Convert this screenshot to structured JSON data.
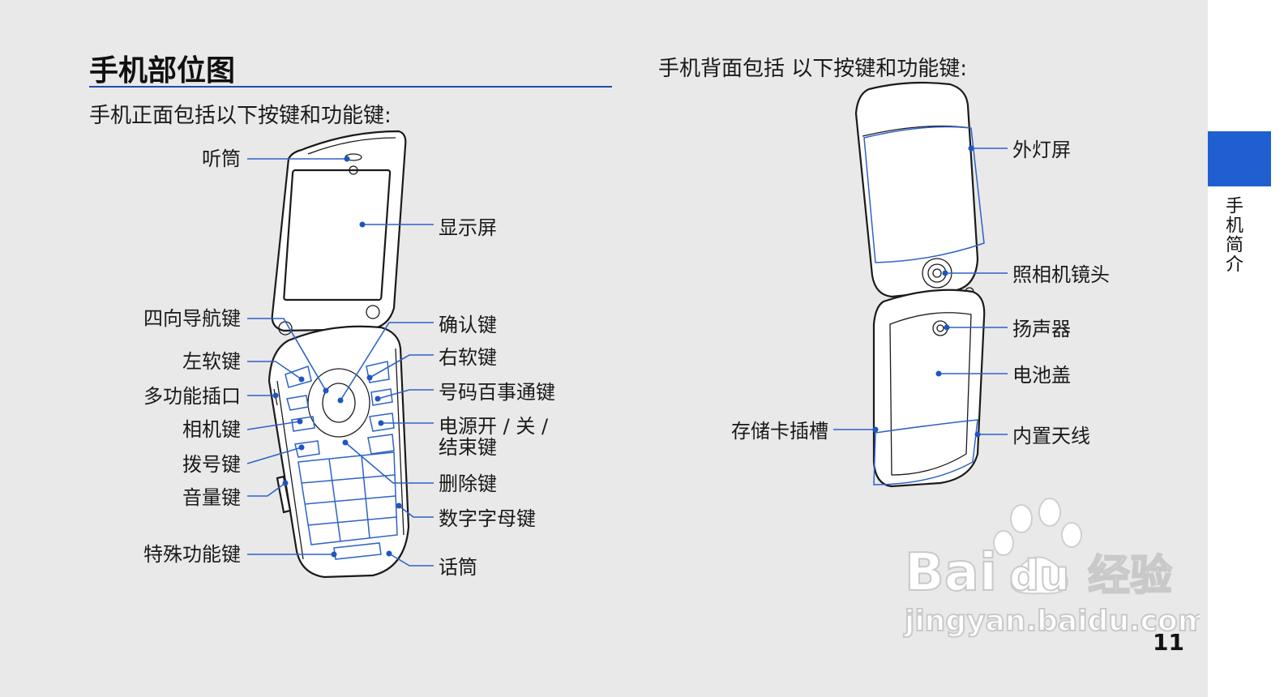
{
  "heading": "手机部位图",
  "front_intro": "手机正面包括以下按键和功能键:",
  "back_intro": "手机背面包括 以下按键和功能键:",
  "side_tab": "手机简介",
  "page_number": "11",
  "front_labels": {
    "earpiece": "听筒",
    "display": "显示屏",
    "nav_key": "四向导航键",
    "confirm_key": "确认键",
    "left_soft": "左软键",
    "right_soft": "右软键",
    "multi_jack": "多功能插口",
    "shortcut_key": "号码百事通键",
    "camera_key": "相机键",
    "power_line1": "电源开 / 关 /",
    "power_line2": "结束键",
    "dial_key": "拨号键",
    "delete_key": "删除键",
    "volume_key": "音量键",
    "alnum_key": "数字字母键",
    "special_key": "特殊功能键",
    "mic": "话筒"
  },
  "back_labels": {
    "external_screen": "外灯屏",
    "camera_lens": "照相机镜头",
    "speaker": "扬声器",
    "battery_cover": "电池盖",
    "card_slot": "存储卡插槽",
    "antenna": "内置天线"
  },
  "watermark": {
    "brand": "Bai",
    "brand2": "du",
    "cn": "经验",
    "url": "jingyan.baidu.com"
  },
  "colors": {
    "accent": "#1f5fd0",
    "rule": "#1f4ea8",
    "leader": "#2d63c7"
  }
}
